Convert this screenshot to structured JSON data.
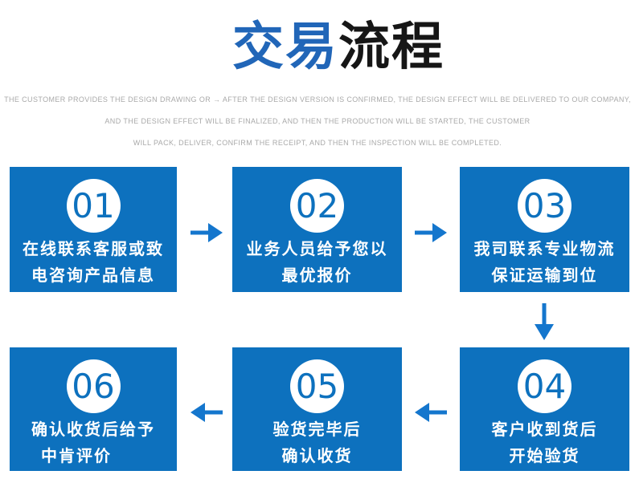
{
  "title": {
    "part1": "交易",
    "part2": "流程"
  },
  "subtitle_lines": [
    "THE CUSTOMER PROVIDES THE DESIGN DRAWING OR → AFTER THE DESIGN VERSION IS CONFIRMED, THE DESIGN EFFECT WILL BE DELIVERED TO OUR COMPANY,",
    "AND THE DESIGN EFFECT WILL BE FINALIZED, AND THEN THE PRODUCTION WILL BE STARTED, THE CUSTOMER",
    "WILL PACK, DELIVER, CONFIRM THE RECEIPT, AND THEN THE INSPECTION WILL BE COMPLETED."
  ],
  "steps": [
    {
      "number": "01",
      "lines": [
        "在线联系客服或致",
        "电咨询产品信息"
      ]
    },
    {
      "number": "02",
      "lines": [
        "业务人员给予您以",
        "最优报价"
      ]
    },
    {
      "number": "03",
      "lines": [
        "我司联系专业物流",
        "保证运输到位"
      ]
    },
    {
      "number": "04",
      "lines": [
        "客户收到货后",
        "开始验货"
      ]
    },
    {
      "number": "05",
      "lines": [
        "验货完毕后",
        "确认收货"
      ]
    },
    {
      "number": "06",
      "lines": [
        "确认收货后给予",
        "中肯评价"
      ]
    }
  ],
  "colors": {
    "box_blue": "#0d71be",
    "arrow_blue": "#1476cd",
    "title_blue": "#2166b8",
    "title_black": "#161616",
    "subtitle_gray": "#a9a9a9",
    "background": "#ffffff"
  }
}
